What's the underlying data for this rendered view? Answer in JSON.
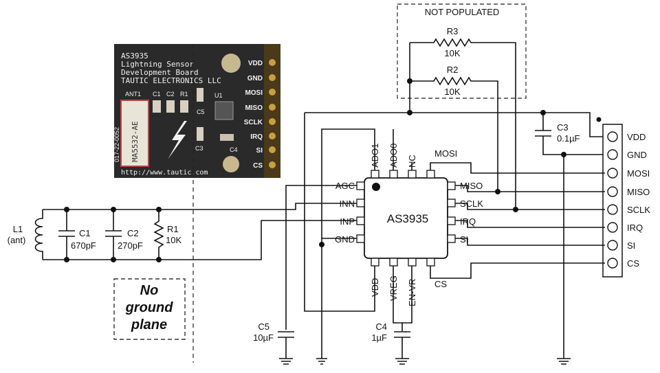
{
  "board": {
    "title_lines": [
      "AS3935",
      "Lightning Sensor",
      "Development Board",
      "TAUTIC ELECTRONICS LLC"
    ],
    "silk_labels": [
      "ANT1",
      "C1",
      "C2",
      "R1",
      "U1",
      "C5",
      "C3",
      "C4"
    ],
    "antenna_text": "MA5532-AE",
    "side_code": "017-22-0052",
    "url": "http://www.tautic.com",
    "header_pins": [
      "VDD",
      "GND",
      "MOSI",
      "MISO",
      "SCLK",
      "IRQ",
      "SI",
      "CS"
    ]
  },
  "schematic": {
    "not_populated": "NOT POPULATED",
    "r3": {
      "name": "R3",
      "value": "10K"
    },
    "r2": {
      "name": "R2",
      "value": "10K"
    },
    "c3": {
      "name": "C3",
      "value": "0.1µF"
    },
    "l1": {
      "name": "L1",
      "value": "(ant)"
    },
    "c1": {
      "name": "C1",
      "value": "670pF"
    },
    "c2": {
      "name": "C2",
      "value": "270pF"
    },
    "r1": {
      "name": "R1",
      "value": "10K"
    },
    "c5": {
      "name": "C5",
      "value": "10µF"
    },
    "c4": {
      "name": "C4",
      "value": "1µF"
    },
    "no_ground_plane": [
      "No",
      "ground",
      "plane"
    ]
  },
  "chip": {
    "name": "AS3935",
    "left_pins": [
      "AGC",
      "INN",
      "INP",
      "GND"
    ],
    "top_pins": [
      "ADO1",
      "ADO0",
      "NC"
    ],
    "top_right_label": "MOSI",
    "right_pins": [
      "MISO",
      "SCLK",
      "IRQ",
      "SI"
    ],
    "bottom_pins": [
      "VDD",
      "VREG",
      "EN-VR"
    ],
    "bottom_right_label": "CS"
  },
  "connector": {
    "pins": [
      "VDD",
      "GND",
      "MOSI",
      "MISO",
      "SCLK",
      "IRQ",
      "SI",
      "CS"
    ]
  }
}
